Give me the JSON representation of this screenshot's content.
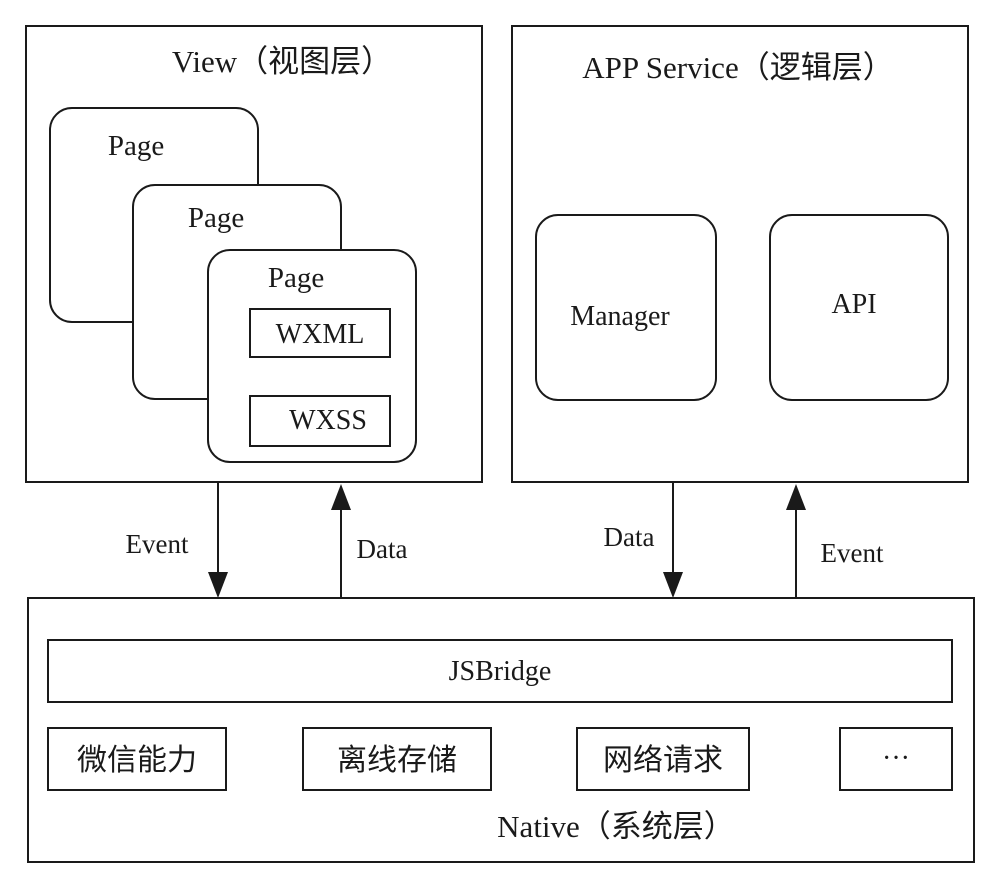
{
  "view_layer": {
    "title": "View（视图层）",
    "pages": [
      "Page",
      "Page",
      "Page"
    ],
    "wxml_label": "WXML",
    "wxss_label": "WXSS"
  },
  "app_service_layer": {
    "title": "APP Service（逻辑层）",
    "manager_label": "Manager",
    "api_label": "API"
  },
  "connectors": {
    "view_event": "Event",
    "view_data": "Data",
    "service_data": "Data",
    "service_event": "Event"
  },
  "native_layer": {
    "title": "Native（系统层）",
    "jsbridge_label": "JSBridge",
    "modules": [
      "微信能力",
      "离线存储",
      "网络请求",
      "···"
    ]
  }
}
